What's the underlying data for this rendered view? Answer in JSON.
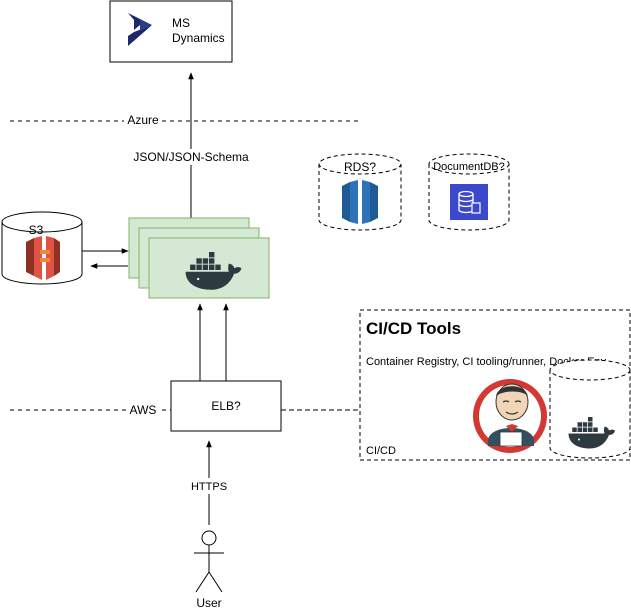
{
  "ms_dynamics": {
    "line1": "MS",
    "line2": "Dynamics",
    "icon": "dynamics-logo-icon"
  },
  "zones": {
    "azure": "Azure",
    "aws": "AWS"
  },
  "edges": {
    "json_label": "JSON/JSON-Schema",
    "https_label": "HTTPS"
  },
  "databases": {
    "rds": {
      "label": "RDS?",
      "icon": "rds-icon"
    },
    "documentdb": {
      "label": "DocumentDB?",
      "icon": "documentdb-icon"
    },
    "s3": {
      "label": "S3",
      "icon": "s3-bucket-icon"
    }
  },
  "containers": {
    "icon": "docker-whale-icon"
  },
  "elb": {
    "label": "ELB?"
  },
  "cicd": {
    "title": "CI/CD Tools",
    "description": "Container Registry, CI tooling/runner, Docker Env,",
    "footer": "CI/CD",
    "icons": [
      "jenkins-icon",
      "docker-whale-icon"
    ]
  },
  "user": {
    "label": "User",
    "icon": "user-stick-figure-icon"
  },
  "colors": {
    "container_fill": "#d5e8d4",
    "container_stroke": "#82b366",
    "dynamics_blue": "#1b2a6b",
    "rds_blue": "#2e73b8",
    "documentdb_blue": "#3b48cc",
    "s3_red": "#e05243",
    "docker_dark": "#2d3a40",
    "jenkins_red": "#d33833"
  }
}
